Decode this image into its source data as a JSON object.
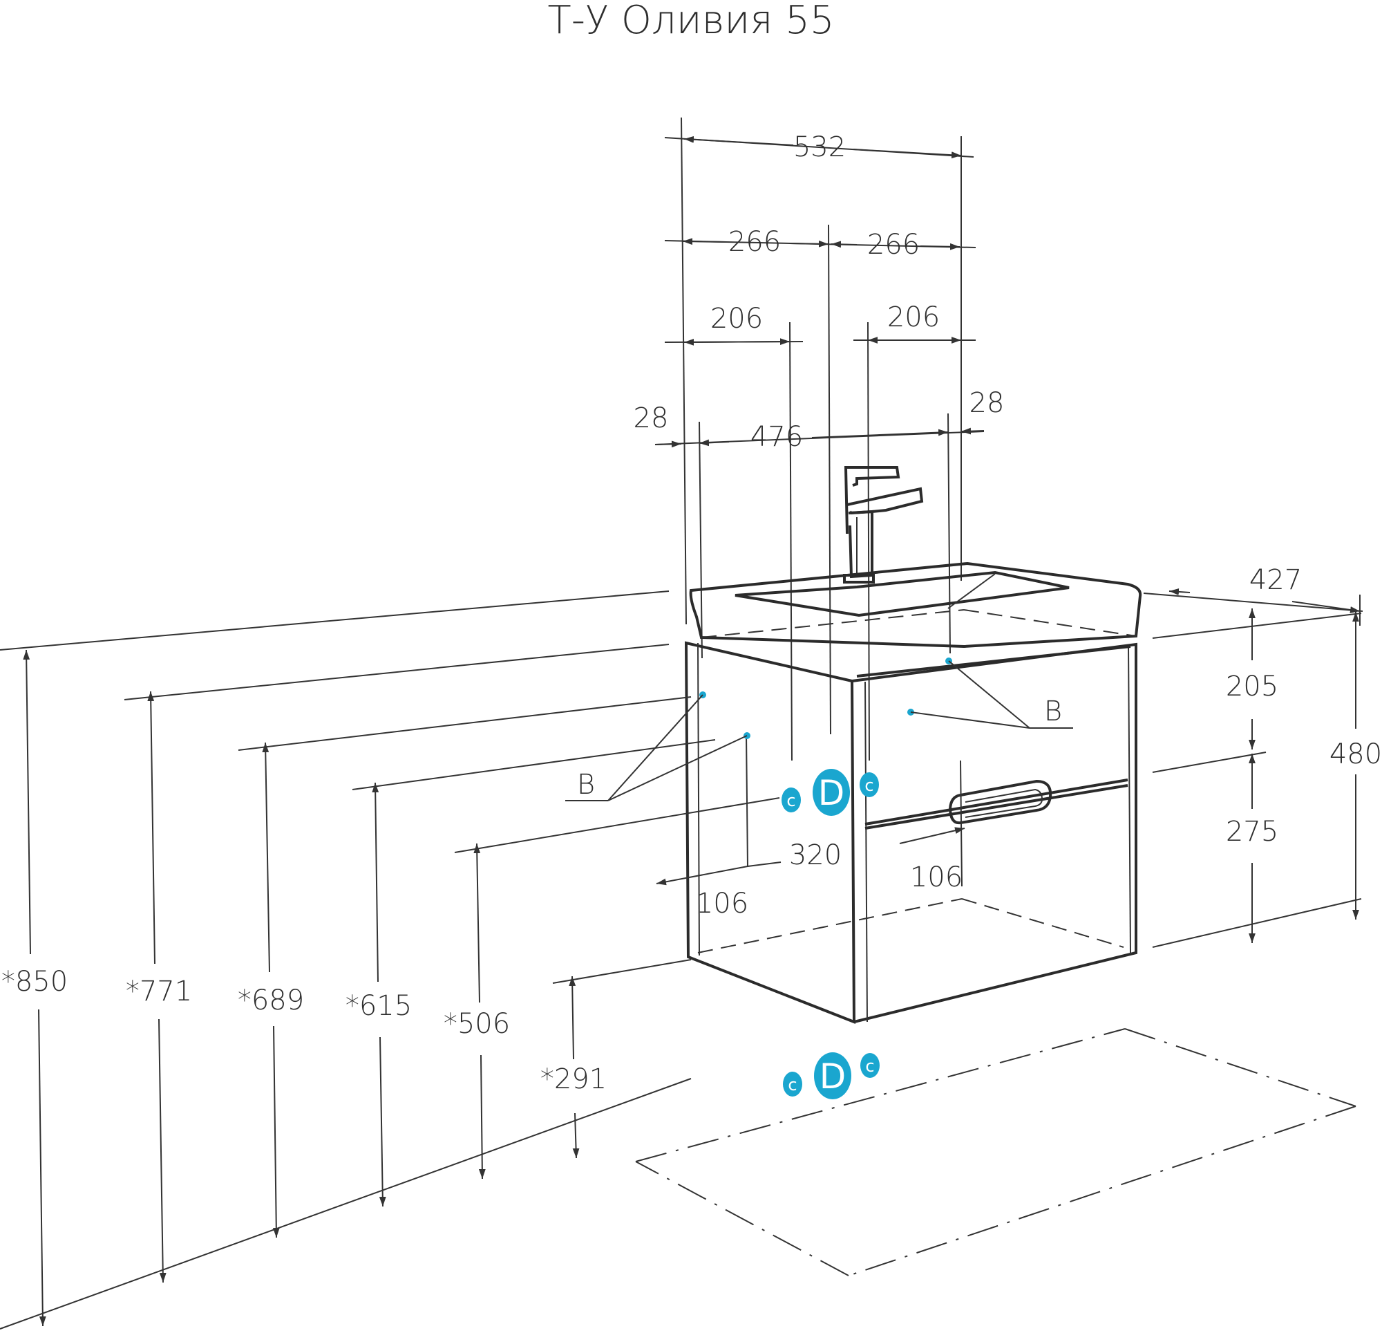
{
  "title": "Т-У Оливия 55",
  "colors": {
    "line": "#333333",
    "accent": "#1aa6cf",
    "background": "#ffffff"
  },
  "dims": {
    "w532": "532",
    "w266_left": "266",
    "w266_right": "266",
    "w206_left": "206",
    "w206_right": "206",
    "w28_left": "28",
    "w28_right": "28",
    "w476": "476",
    "d427": "427",
    "h205": "205",
    "h275": "275",
    "h480": "480",
    "w320": "320",
    "w106_left": "106",
    "w106_right": "106",
    "h850": "*850",
    "h771": "*771",
    "h689": "*689",
    "h615": "*615",
    "h506": "*506",
    "h291": "*291"
  },
  "labels": {
    "b_left": "B",
    "b_right": "B"
  },
  "connections": {
    "upper": {
      "small_left": "c",
      "big": "D",
      "small_right": "c"
    },
    "lower": {
      "small_left": "c",
      "big": "D",
      "small_right": "c"
    }
  }
}
